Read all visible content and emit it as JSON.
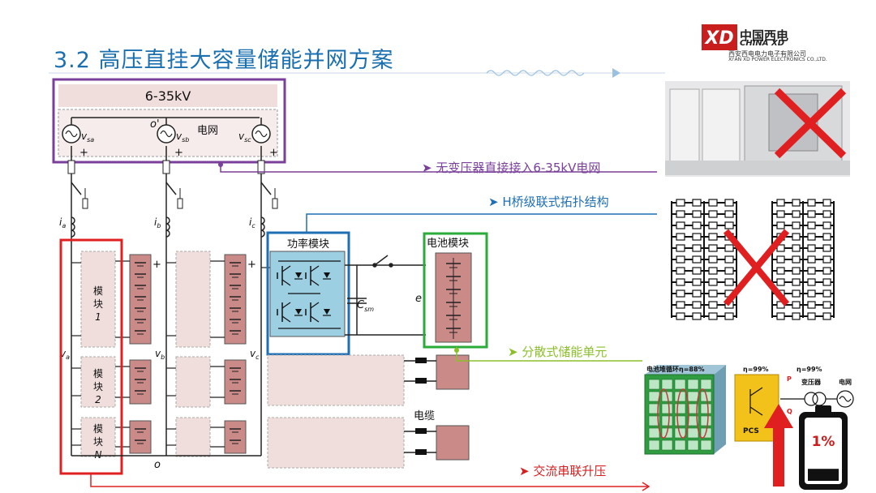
{
  "title": "3.2 高压直挂大容量储能并网方案",
  "logo": {
    "mark": "XD",
    "cn": "中国西电",
    "en": "CHINA XD",
    "company_cn": "西安西电电力电子有限公司",
    "company_en": "XI'AN XD POWER ELECTRONICS CO.,LTD."
  },
  "diagram": {
    "grid_voltage": "6-35kV",
    "grid_label": "电网",
    "neutral_label": "o'",
    "sources": [
      "v",
      "v",
      "v"
    ],
    "source_subs": [
      "sa",
      "sb",
      "sc"
    ],
    "phase_currents": [
      "i",
      "i",
      "i"
    ],
    "phase_current_subs": [
      "a",
      "b",
      "c"
    ],
    "phase_voltages": [
      "v",
      "v",
      "v"
    ],
    "phase_voltage_subs": [
      "a",
      "b",
      "c"
    ],
    "module_text": [
      "模",
      "块"
    ],
    "module_numbers": [
      "1",
      "2",
      "N"
    ],
    "power_module_label": "功率模块",
    "battery_module_label": "电池模块",
    "capacitor_label": "C",
    "capacitor_sub": "sm",
    "battery_voltage_label": "e",
    "cable_label": "电缆",
    "neutral_bottom": "o",
    "plus": "+"
  },
  "annotations": [
    {
      "text": "无变压器直接接入6-35kV电网",
      "color": "#7a3f9b"
    },
    {
      "text": "H桥级联式拓扑结构",
      "color": "#1f6fb5"
    },
    {
      "text": "分散式储能单元",
      "color": "#8bbf2a"
    },
    {
      "text": "交流串联升压",
      "color": "#d42020"
    }
  ],
  "efficiency": {
    "battery_eta": "电池堆循环η=88%",
    "pcs_eta": "η=99%",
    "transformer_eta": "η=99%",
    "pcs_label": "PCS",
    "transformer_label": "变压器",
    "grid_label": "电网",
    "p_label": "P",
    "q_label": "Q"
  },
  "battery_gauge": {
    "text": "1%",
    "level": 0.2
  },
  "colors": {
    "purple": "#7a3f9b",
    "blue": "#1f6fb5",
    "green": "#2bab3a",
    "red": "#e02020",
    "module_fill": "#f0dedd",
    "battery_fill": "#c98a88",
    "pcs_fill": "#f2c21a"
  }
}
